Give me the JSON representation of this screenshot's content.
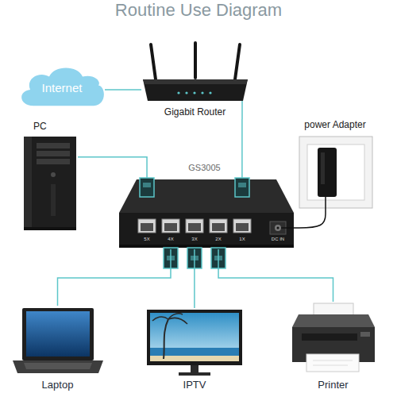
{
  "diagram": {
    "title": "Routine Use Diagram",
    "nodes": [
      {
        "text": [
          "Internet"
        ]
      },
      {
        "text": [
          "Gigabit Router"
        ]
      },
      {
        "text": [
          "PC"
        ]
      },
      {
        "text": [
          "GS3005"
        ]
      },
      {
        "text": [
          "power Adapter"
        ]
      },
      {
        "text": [
          "Laptop"
        ]
      },
      {
        "text": [
          "IPTV"
        ]
      },
      {
        "text": [
          "Printer"
        ]
      }
    ],
    "edges": [
      {
        "from": 0,
        "to": 1,
        "arrow": "none"
      },
      {
        "from": 1,
        "to": 3,
        "arrow": "none"
      },
      {
        "from": 2,
        "to": 3,
        "arrow": "none"
      },
      {
        "from": 4,
        "to": 3,
        "arrow": "none"
      },
      {
        "from": 3,
        "to": 5,
        "arrow": "none"
      },
      {
        "from": 3,
        "to": 6,
        "arrow": "none"
      },
      {
        "from": 3,
        "to": 7,
        "arrow": "none"
      }
    ],
    "labels": [
      "5X",
      "4X",
      "3X",
      "2X",
      "1X",
      "DC IN"
    ]
  }
}
